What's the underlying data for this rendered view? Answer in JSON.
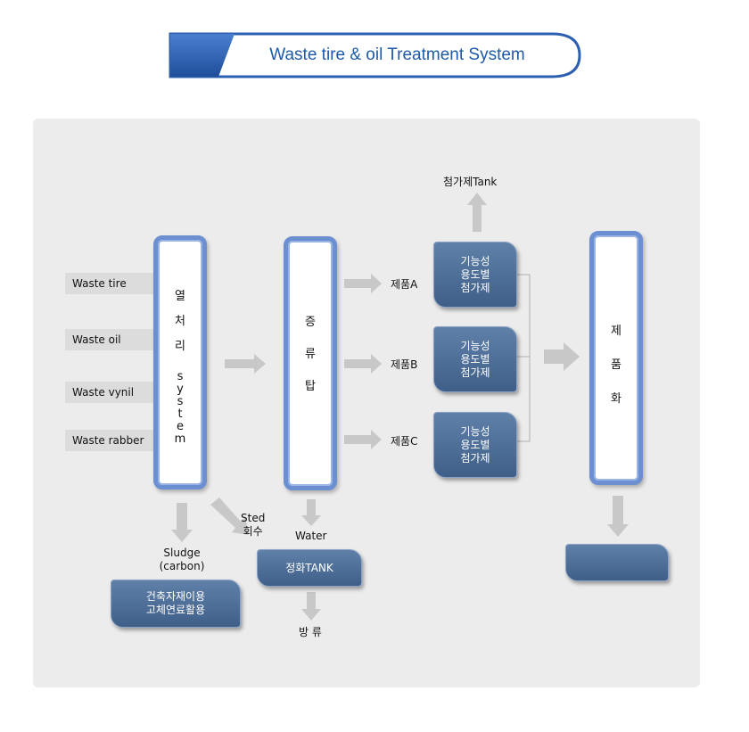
{
  "title": "Waste  tire & oil Treatment System",
  "inputs": [
    "Waste  tire",
    "Waste  oil",
    "Waste  vynil",
    "Waste rabber"
  ],
  "thermal_column": [
    "열",
    "처",
    "리",
    "s",
    "y",
    "s",
    "t",
    "e",
    "m"
  ],
  "distill_column": [
    "증",
    "류",
    "탑"
  ],
  "product_column": [
    "제",
    "품",
    "화"
  ],
  "additive_tank_label": "첨가제Tank",
  "products": [
    "제품A",
    "제품B",
    "제품C"
  ],
  "function_box": [
    "기능성",
    "용도별",
    "첨가제"
  ],
  "sted": [
    "Sted",
    "회수"
  ],
  "sludge": [
    "Sludge",
    "(carbon)"
  ],
  "water": "Water",
  "purify_tank": "정화TANK",
  "discharge": "방 류",
  "reuse_box": [
    "건축자재이용",
    "고체연료활용"
  ],
  "colors": {
    "title_text": "#1e5aa8",
    "column_border": "#6b8fd1",
    "tank_fill": "#4f6f98",
    "arrow": "#c8c8c8",
    "panel": "#ececec"
  }
}
